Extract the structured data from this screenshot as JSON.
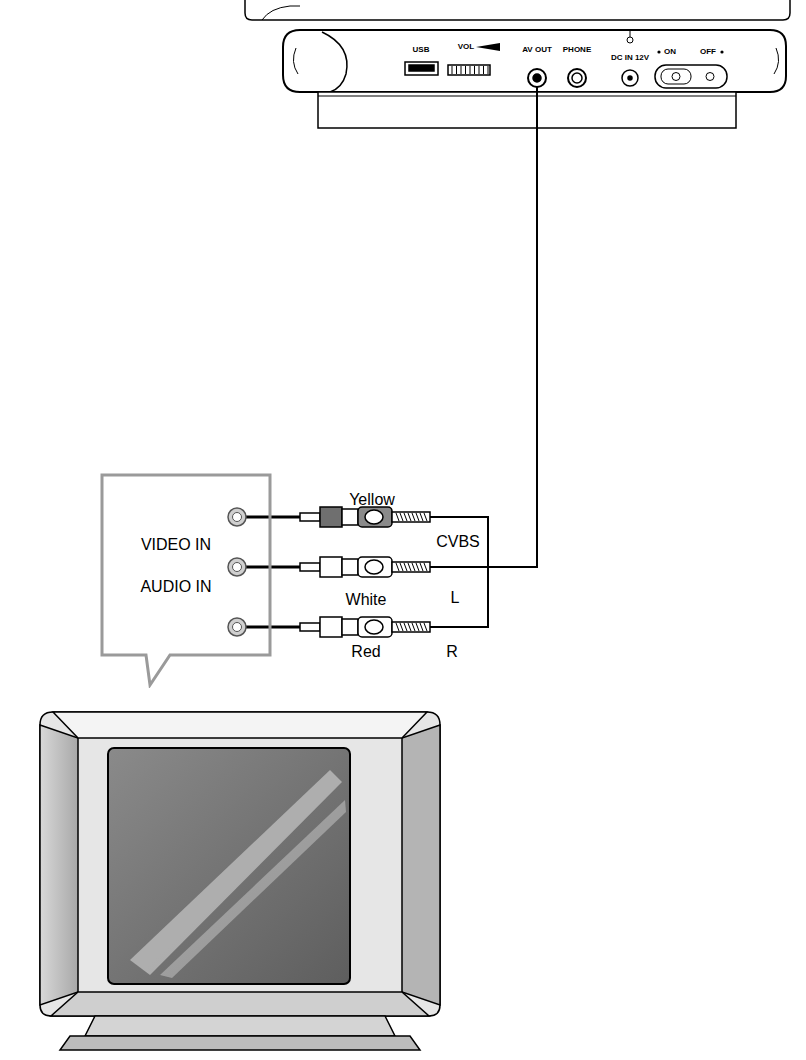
{
  "diagram": {
    "nodes": [
      {
        "text": [
          "USB",
          "VOL",
          "AV OUT",
          "PHONE",
          "DC IN 12V",
          "ON",
          "OFF"
        ]
      },
      {
        "text": [
          "VIDEO IN",
          "AUDIO IN"
        ]
      }
    ],
    "labels": [
      "Yellow",
      "CVBS",
      "White",
      "L",
      "Red",
      "R"
    ]
  }
}
